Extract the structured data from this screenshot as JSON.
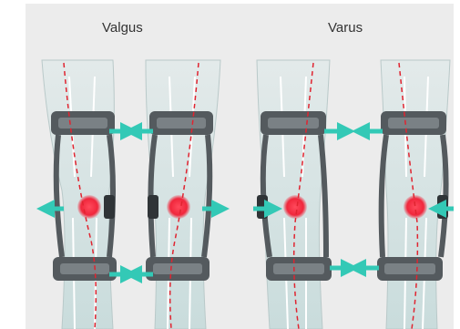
{
  "figure": {
    "labels": {
      "valgus": "Valgus",
      "varus": "Varus"
    },
    "colors": {
      "background": "#ececec",
      "leg": "#d7e4e4",
      "brace_frame": "#545a5e",
      "brace_strap": "#6b7175",
      "axis_line": "#e02430",
      "knee_highlight": "#f0273c",
      "arrow": "#33c9b6"
    },
    "panels": [
      {
        "group": "valgus",
        "brace": "valgus-left-leg-brace",
        "arrows": [
          "upper-right",
          "knee-left",
          "lower-right"
        ]
      },
      {
        "group": "valgus",
        "brace": "valgus-right-leg-brace",
        "arrows": [
          "upper-left",
          "knee-right",
          "lower-left"
        ]
      },
      {
        "group": "varus",
        "brace": "varus-left-leg-brace",
        "arrows": [
          "upper-right",
          "knee-left",
          "lower-right"
        ]
      },
      {
        "group": "varus",
        "brace": "varus-right-leg-brace",
        "arrows": [
          "upper-left",
          "knee-right",
          "lower-left"
        ]
      }
    ]
  }
}
